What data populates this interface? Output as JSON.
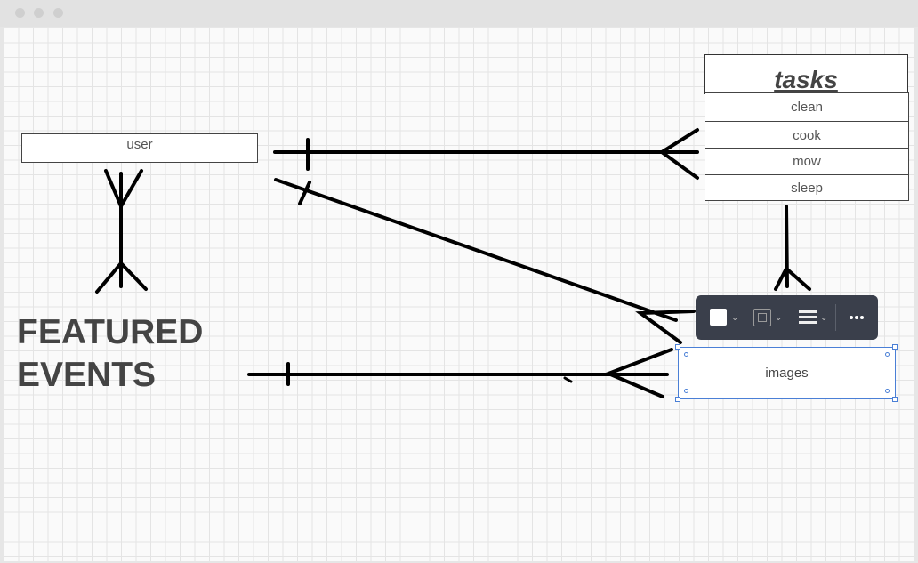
{
  "entities": {
    "user": "user",
    "tasks_title": "tasks",
    "tasks_rows": [
      "clean",
      "cook",
      "mow",
      "sleep"
    ],
    "images": "images"
  },
  "heading": {
    "line1": "FEATURED",
    "line2": "EVENTS"
  },
  "toolbar": {
    "fill_color": "#ffffff",
    "icons": [
      "fill-color-icon",
      "border-style-icon",
      "line-weight-icon",
      "more-options-icon"
    ]
  },
  "colors": {
    "selection": "#4a7fd6",
    "toolbar_bg": "#3a3f4b"
  }
}
